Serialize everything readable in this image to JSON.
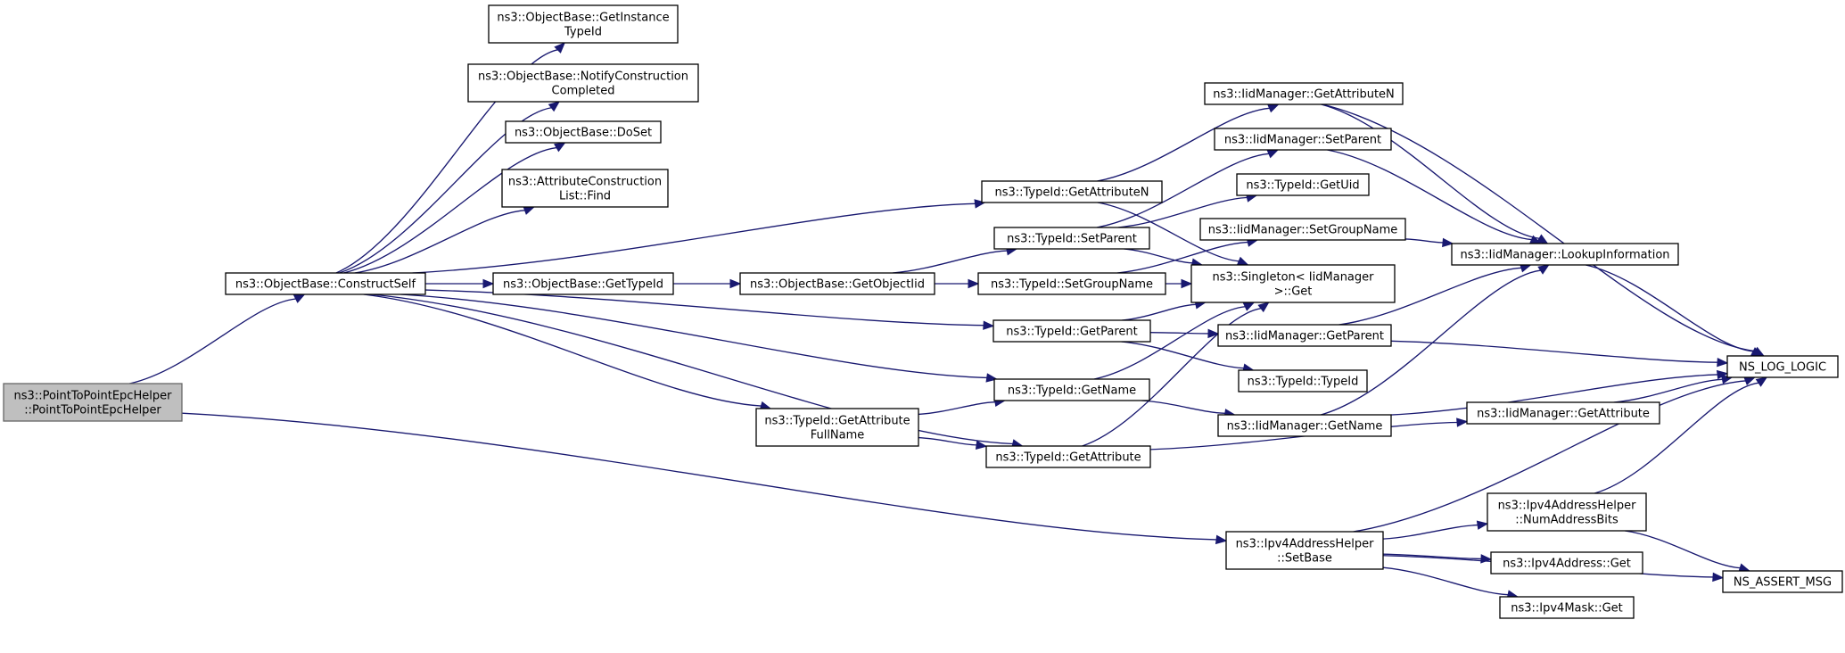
{
  "diagram": {
    "title": "",
    "colors": {
      "edge": "#191970",
      "root_fill": "#bfbfbf",
      "node_fill": "#ffffff",
      "border": "#000000"
    },
    "nodes": [
      {
        "id": "root",
        "lines": [
          "ns3::PointToPointEpcHelper",
          "::PointToPointEpcHelper"
        ],
        "root": true
      },
      {
        "id": "construct",
        "lines": [
          "ns3::ObjectBase::ConstructSelf"
        ]
      },
      {
        "id": "getinst",
        "lines": [
          "ns3::ObjectBase::GetInstance",
          "TypeId"
        ]
      },
      {
        "id": "notify",
        "lines": [
          "ns3::ObjectBase::NotifyConstruction",
          "Completed"
        ]
      },
      {
        "id": "doset",
        "lines": [
          "ns3::ObjectBase::DoSet"
        ]
      },
      {
        "id": "acl",
        "lines": [
          "ns3::AttributeConstruction",
          "List::Find"
        ]
      },
      {
        "id": "gettid",
        "lines": [
          "ns3::ObjectBase::GetTypeId"
        ]
      },
      {
        "id": "getoiid",
        "lines": [
          "ns3::ObjectBase::GetObjectIid"
        ]
      },
      {
        "id": "tattrn",
        "lines": [
          "ns3::TypeId::GetAttributeN"
        ]
      },
      {
        "id": "tsetparent",
        "lines": [
          "ns3::TypeId::SetParent"
        ]
      },
      {
        "id": "tsetgroup",
        "lines": [
          "ns3::TypeId::SetGroupName"
        ]
      },
      {
        "id": "tgetparent",
        "lines": [
          "ns3::TypeId::GetParent"
        ]
      },
      {
        "id": "tgetname",
        "lines": [
          "ns3::TypeId::GetName"
        ]
      },
      {
        "id": "tattrfull",
        "lines": [
          "ns3::TypeId::GetAttribute",
          "FullName"
        ]
      },
      {
        "id": "tgetattr",
        "lines": [
          "ns3::TypeId::GetAttribute"
        ]
      },
      {
        "id": "ipv4setbase",
        "lines": [
          "ns3::Ipv4AddressHelper",
          "::SetBase"
        ]
      },
      {
        "id": "iattrn",
        "lines": [
          "ns3::IidManager::GetAttributeN"
        ]
      },
      {
        "id": "isetparent",
        "lines": [
          "ns3::IidManager::SetParent"
        ]
      },
      {
        "id": "tgetuid",
        "lines": [
          "ns3::TypeId::GetUid"
        ]
      },
      {
        "id": "isetgroup",
        "lines": [
          "ns3::IidManager::SetGroupName"
        ]
      },
      {
        "id": "singleton",
        "lines": [
          "ns3::Singleton< IidManager",
          ">::Get"
        ]
      },
      {
        "id": "igetparent",
        "lines": [
          "ns3::IidManager::GetParent"
        ]
      },
      {
        "id": "ttypeid",
        "lines": [
          "ns3::TypeId::TypeId"
        ]
      },
      {
        "id": "igetname",
        "lines": [
          "ns3::IidManager::GetName"
        ]
      },
      {
        "id": "lookup",
        "lines": [
          "ns3::IidManager::LookupInformation"
        ]
      },
      {
        "id": "igetattr",
        "lines": [
          "ns3::IidManager::GetAttribute"
        ]
      },
      {
        "id": "nsloglogic",
        "lines": [
          "NS_LOG_LOGIC"
        ]
      },
      {
        "id": "numbits",
        "lines": [
          "ns3::Ipv4AddressHelper",
          "::NumAddressBits"
        ]
      },
      {
        "id": "ipv4get",
        "lines": [
          "ns3::Ipv4Address::Get"
        ]
      },
      {
        "id": "maskget",
        "lines": [
          "ns3::Ipv4Mask::Get"
        ]
      },
      {
        "id": "assert",
        "lines": [
          "NS_ASSERT_MSG"
        ]
      }
    ],
    "edges": [
      {
        "from": "root",
        "to": "construct"
      },
      {
        "from": "root",
        "to": "ipv4setbase"
      },
      {
        "from": "construct",
        "to": "getinst"
      },
      {
        "from": "construct",
        "to": "notify"
      },
      {
        "from": "construct",
        "to": "doset"
      },
      {
        "from": "construct",
        "to": "acl"
      },
      {
        "from": "construct",
        "to": "tattrn"
      },
      {
        "from": "construct",
        "to": "gettid"
      },
      {
        "from": "construct",
        "to": "tgetparent"
      },
      {
        "from": "construct",
        "to": "tgetname"
      },
      {
        "from": "construct",
        "to": "tattrfull"
      },
      {
        "from": "construct",
        "to": "tgetattr"
      },
      {
        "from": "gettid",
        "to": "getoiid"
      },
      {
        "from": "getoiid",
        "to": "tsetparent"
      },
      {
        "from": "getoiid",
        "to": "tsetgroup"
      },
      {
        "from": "tattrn",
        "to": "iattrn"
      },
      {
        "from": "tattrn",
        "to": "singleton"
      },
      {
        "from": "tsetparent",
        "to": "isetparent"
      },
      {
        "from": "tsetparent",
        "to": "tgetuid"
      },
      {
        "from": "tsetparent",
        "to": "singleton"
      },
      {
        "from": "tsetgroup",
        "to": "isetgroup"
      },
      {
        "from": "tsetgroup",
        "to": "singleton"
      },
      {
        "from": "tgetparent",
        "to": "singleton"
      },
      {
        "from": "tgetparent",
        "to": "igetparent"
      },
      {
        "from": "tgetparent",
        "to": "ttypeid"
      },
      {
        "from": "tgetname",
        "to": "singleton"
      },
      {
        "from": "tgetname",
        "to": "igetname"
      },
      {
        "from": "tattrfull",
        "to": "tgetname"
      },
      {
        "from": "tattrfull",
        "to": "tgetattr"
      },
      {
        "from": "tgetattr",
        "to": "singleton"
      },
      {
        "from": "tgetattr",
        "to": "igetattr"
      },
      {
        "from": "iattrn",
        "to": "lookup"
      },
      {
        "from": "iattrn",
        "to": "nsloglogic"
      },
      {
        "from": "isetparent",
        "to": "lookup"
      },
      {
        "from": "isetgroup",
        "to": "lookup"
      },
      {
        "from": "igetparent",
        "to": "lookup"
      },
      {
        "from": "igetparent",
        "to": "nsloglogic"
      },
      {
        "from": "igetname",
        "to": "lookup"
      },
      {
        "from": "igetname",
        "to": "nsloglogic"
      },
      {
        "from": "igetattr",
        "to": "nsloglogic"
      },
      {
        "from": "lookup",
        "to": "nsloglogic"
      },
      {
        "from": "ipv4setbase",
        "to": "nsloglogic"
      },
      {
        "from": "ipv4setbase",
        "to": "numbits"
      },
      {
        "from": "ipv4setbase",
        "to": "ipv4get"
      },
      {
        "from": "ipv4setbase",
        "to": "maskget"
      },
      {
        "from": "ipv4setbase",
        "to": "assert"
      },
      {
        "from": "numbits",
        "to": "nsloglogic"
      },
      {
        "from": "numbits",
        "to": "assert"
      }
    ]
  }
}
